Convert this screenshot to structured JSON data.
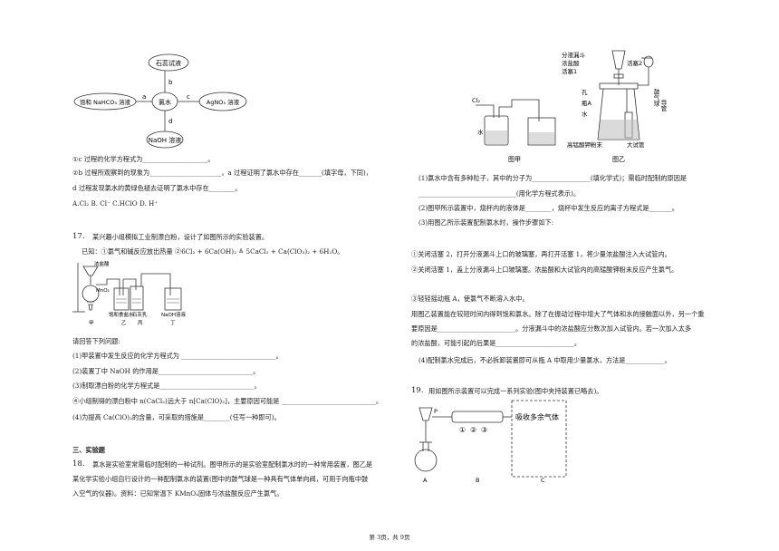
{
  "left": {
    "diagram": {
      "top": "石蕊试液",
      "left": "饱和 NaHCO₃ 溶液",
      "center": "氯水",
      "right": "AgNO₃ 溶液",
      "bottom": "NaOH 溶液",
      "edge_a": "a",
      "edge_b": "b",
      "edge_c": "c",
      "edge_d": "d"
    },
    "q16_1": "①c 过程的化学方程式为____________________。",
    "q16_2": "②b 过程所观察到的现象为______________________，a 过程证明了氯水中存在_______(填字母，下同)，",
    "q16_3": "d 过程发现氯水的黄绿色褪去证明了氯水中存在________。",
    "q16_opts": "A.Cl₂   B. Cl⁻   C.HClO D. H⁺",
    "q17_num": "17.",
    "q17_stem": "某兴趣小组模拟工业制漂白粉，设计了如图所示的实验装置。",
    "q17_known": "已知：①氯气和碱反应放出热量  ②6Cl₂ + 6Ca(OH)₂ ≜ 5CaCl₂ + Ca(ClO₃)₂ + 6H₂O。",
    "apparatus": {
      "acid": "浓盐酸",
      "mno2": "MnO₂",
      "jia": "甲",
      "yi": "饱和食盐水",
      "yi_l": "乙",
      "bing": "石灰乳",
      "bing_l": "丙",
      "ding": "NaOH溶液",
      "ding_l": "丁"
    },
    "q17_prompt": "请回答下列问题:",
    "q17_1": "(1)甲装置中发生反应的化学方程式为 _____________________________。",
    "q17_2": "(2)装置丁中 NaOH 的作用是_____________________________。",
    "q17_3": "(3)制取漂白粉的化学方程式是_____________________________。",
    "q17_4": "④小组制得的漂白粉中 n(CaCl₂)远大于 n[Ca(ClO)₂]，主要原因可能是 _____________________________。",
    "q17_5": "(4)为提高 Ca(ClO)₂的含量，可采取的措施是________(任写一种即可)。",
    "sec3": "三、实验题",
    "q18_num": "18.",
    "q18_l1": "氯水是实验室常需临时配制的一种试剂。图甲所示的是实验室配制氯水时的一种常用装置，图乙是",
    "q18_l2": "某化学实验小组自行设计的一种配制氯水的装置(图中的鼓气球是一种具有气体单向阀，可用于向瓶中鼓",
    "q18_l3": "入空气的仪器)。资料：已知常温下 KMnO₄固体与浓盐酸反应产生氯气。"
  },
  "right": {
    "fig_jia": {
      "cl2": "Cl₂",
      "water": "水",
      "caption": "图甲"
    },
    "fig_yi": {
      "l1": "分液漏斗",
      "l2": "浓盐酸",
      "l3": "活塞1",
      "l4": "活塞2",
      "l5": "孔",
      "l6": "瓶A",
      "l7": "水",
      "l8": "鼓气球",
      "l8b": "导管",
      "l9": "高锰酸钾粉末",
      "l10": "大试管",
      "caption": "图乙"
    },
    "q18_1a": "(1)氯水中含有多种粒子，其中的分子为__________________(填化学式)；需临时配制的原因是",
    "q18_1b": "______________________________(用化学方程式表示)。",
    "q18_2": "(2)图甲所示装置中，烧杯内的液体是________，烧杯中发生反应的离子方程式是_______。",
    "q18_3": "(3)用图乙所示装置配制氯水时，操作步骤如下:",
    "q18_s1": "①关闭活塞 2，打开分液漏斗上口的玻璃塞，再打开活塞 1，将少量浓盐酸注入大试管内。",
    "q18_s2": "②关闭活塞 1，盖上分液漏斗上口玻璃塞。浓盐酸和大试管内的高锰酸钾粉末反应产生氯气。",
    "q18_s3": "③轻轻摇动瓶 A，使氯气不断溶入水中。",
    "q18_p1": "用图乙装置能在较短时间内得到饱和氯水。除了在振动过程中增大了气体和水的接触面以外，另一个重",
    "q18_p2": "要原因是________________________。分液漏斗中的浓盐酸应分数次加入试管内。若一次加入太多",
    "q18_p3": "的浓盐酸，可能引起的后果是________________________。",
    "q18_4": "(4)配制氯水完成后，不必拆卸装置即可从瓶 A 中取用少量氯水，方法是____________。",
    "q19_num": "19.",
    "q19_stem": "用如图所示装置可以完成一系列实验(图中夹持装置已略去)。",
    "fig19": {
      "p": "P",
      "c1": "①",
      "c2": "②",
      "c3": "③",
      "absorb": "吸收多余气体",
      "a": "A",
      "b": "B",
      "c": "C"
    }
  },
  "footer": "第 3页，共 9页"
}
